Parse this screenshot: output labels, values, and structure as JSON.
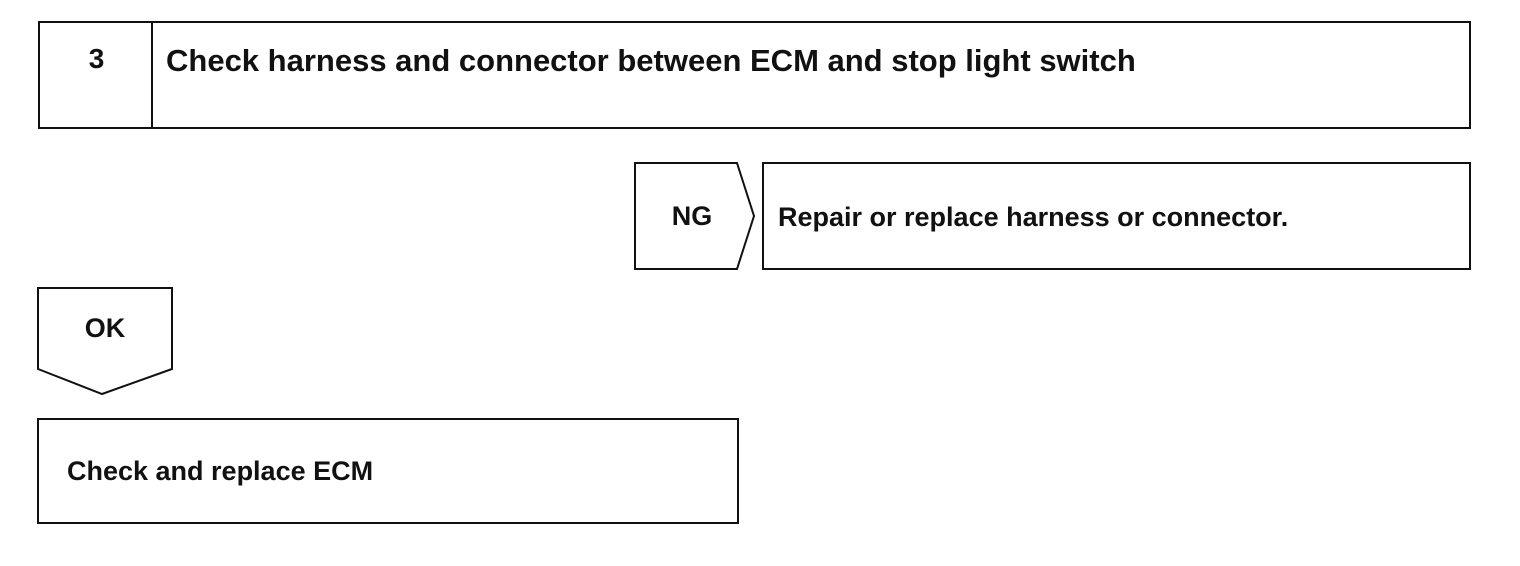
{
  "step": {
    "number": "3",
    "title": "Check harness and connector between ECM and stop light switch"
  },
  "ng_branch": {
    "label": "NG",
    "action": "Repair or replace harness or connector."
  },
  "ok_branch": {
    "label": "OK",
    "action": "Check and replace ECM"
  }
}
